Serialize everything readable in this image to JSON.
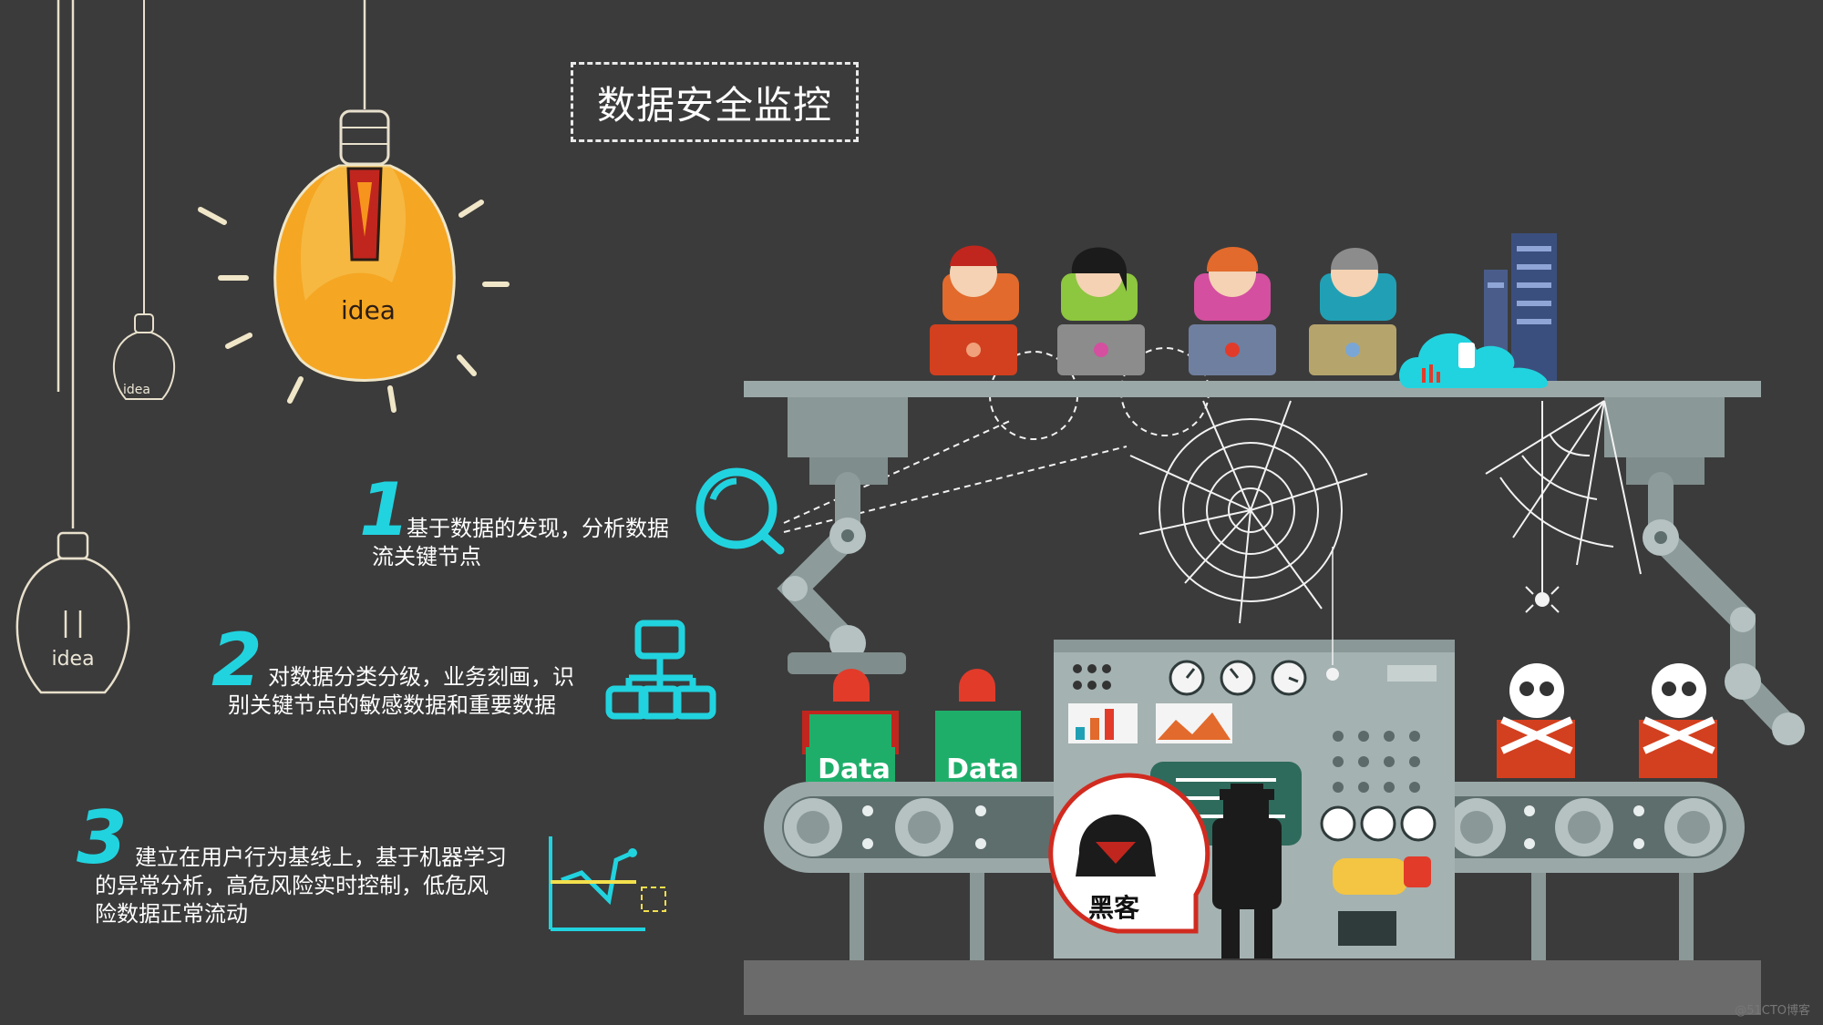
{
  "title": "数据安全监控",
  "bulbs": [
    {
      "label": "idea"
    },
    {
      "label": "idea"
    },
    {
      "label": "idea"
    }
  ],
  "steps": [
    {
      "number": "1",
      "lines": [
        "基于数据的发现，分析数据",
        "流关键节点"
      ],
      "icon": "magnifier-icon"
    },
    {
      "number": "2",
      "lines": [
        "对数据分类分级，业务刻画，识",
        "别关键节点的敏感数据和重要数据"
      ],
      "icon": "org-chart-icon"
    },
    {
      "number": "3",
      "lines": [
        "建立在用户行为基线上，基于机器学习",
        "的异常分析，高危风险实时控制，低危风",
        "险数据正常流动"
      ],
      "icon": "trend-chart-icon"
    }
  ],
  "machine": {
    "data_boxes": [
      {
        "label": "Data"
      },
      {
        "label": "Data"
      }
    ],
    "hacker_label": "黑客"
  },
  "watermark": "@51CTO博客",
  "colors": {
    "background": "#3b3b3b",
    "accent": "#21d3df",
    "machine": "#9aa9a8",
    "machine_dark": "#5e6e6d",
    "alarm_red": "#e23b2a",
    "data_green": "#1fae6a",
    "bulb_orange": "#f5a623"
  }
}
